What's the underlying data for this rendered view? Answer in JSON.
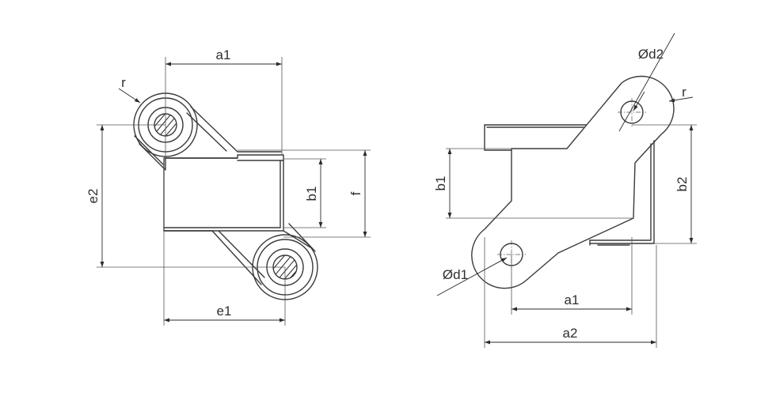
{
  "labels": {
    "left": {
      "a1": "a1",
      "r": "r",
      "e2": "e2",
      "b1": "b1",
      "f": "f",
      "e1": "e1"
    },
    "right": {
      "d2": "Ød2",
      "r": "r",
      "b1": "b1",
      "b2": "b2",
      "d1": "Ød1",
      "a1": "a1",
      "a2": "a2"
    }
  },
  "colors": {
    "line": "#3a3a3a",
    "text": "#2f2f2f",
    "background": "#ffffff"
  }
}
